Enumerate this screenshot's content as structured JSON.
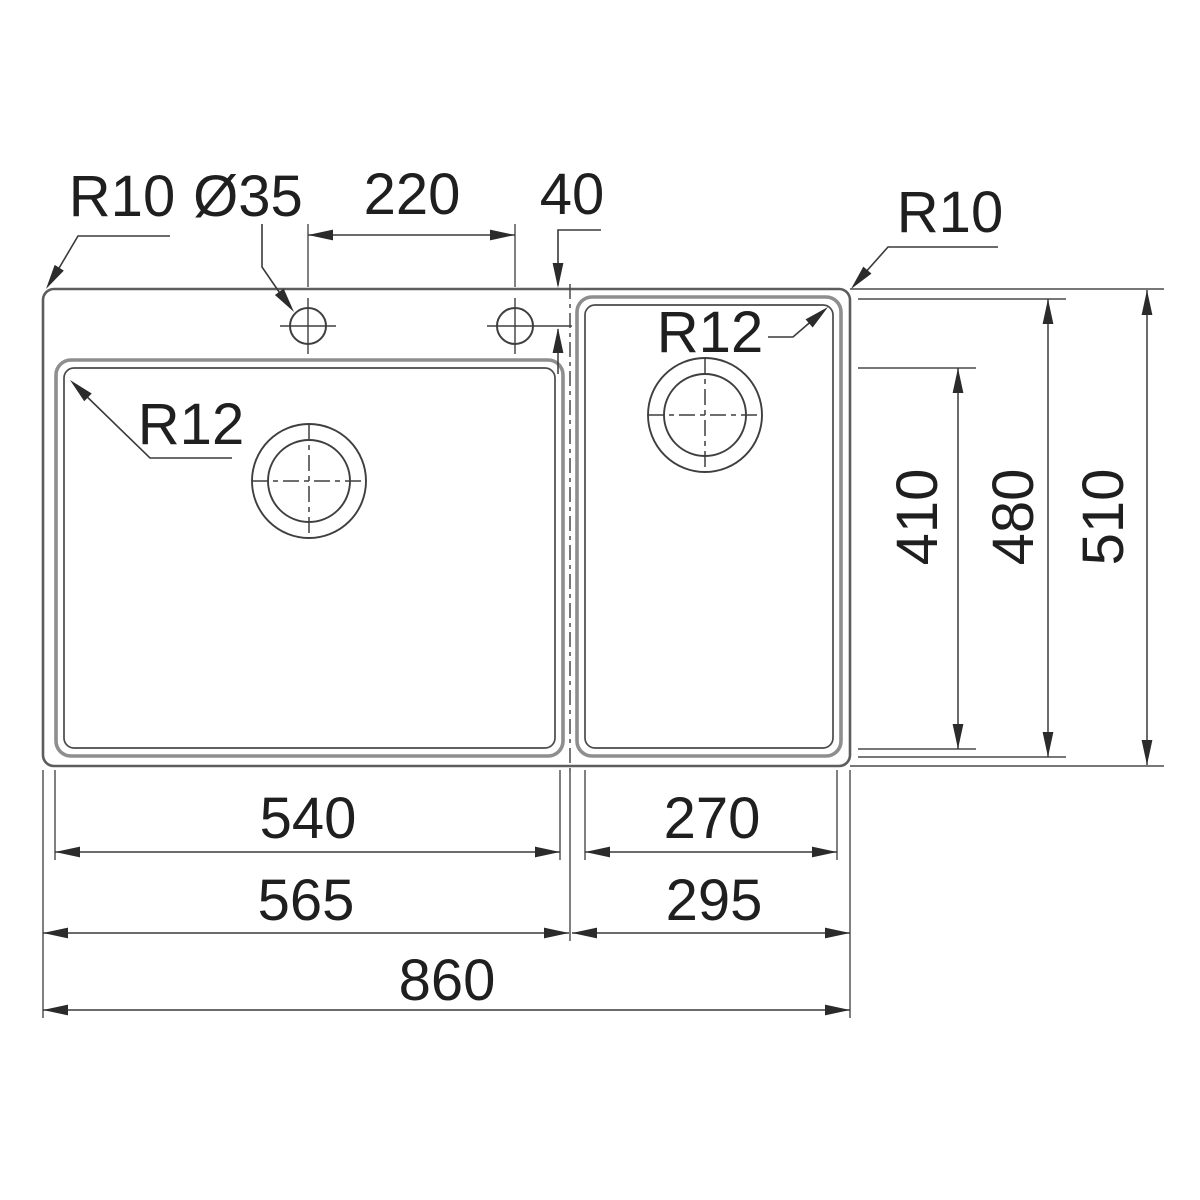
{
  "drawing": {
    "type": "technical-dimension-drawing",
    "subject": "double-bowl inset kitchen sink, top view",
    "units": "mm",
    "colors": {
      "line": "#3a3a3a",
      "outline": "#5d5d5d",
      "bowl_rim": "#8e8e8e",
      "background": "#ffffff"
    },
    "labels": {
      "outer_corner_radius_left": "R10",
      "faucet_hole_diameter": "Ø35",
      "faucet_hole_spacing": "220",
      "faucet_hole_edge_offset": "40",
      "outer_corner_radius_right": "R10",
      "left_bowl_corner_radius": "R12",
      "right_bowl_corner_radius": "R12",
      "left_bowl_width": "540",
      "right_bowl_width": "270",
      "left_section_width": "565",
      "right_section_width": "295",
      "overall_width": "860",
      "left_bowl_length": "410",
      "right_bowl_length": "480",
      "overall_length": "510"
    }
  }
}
